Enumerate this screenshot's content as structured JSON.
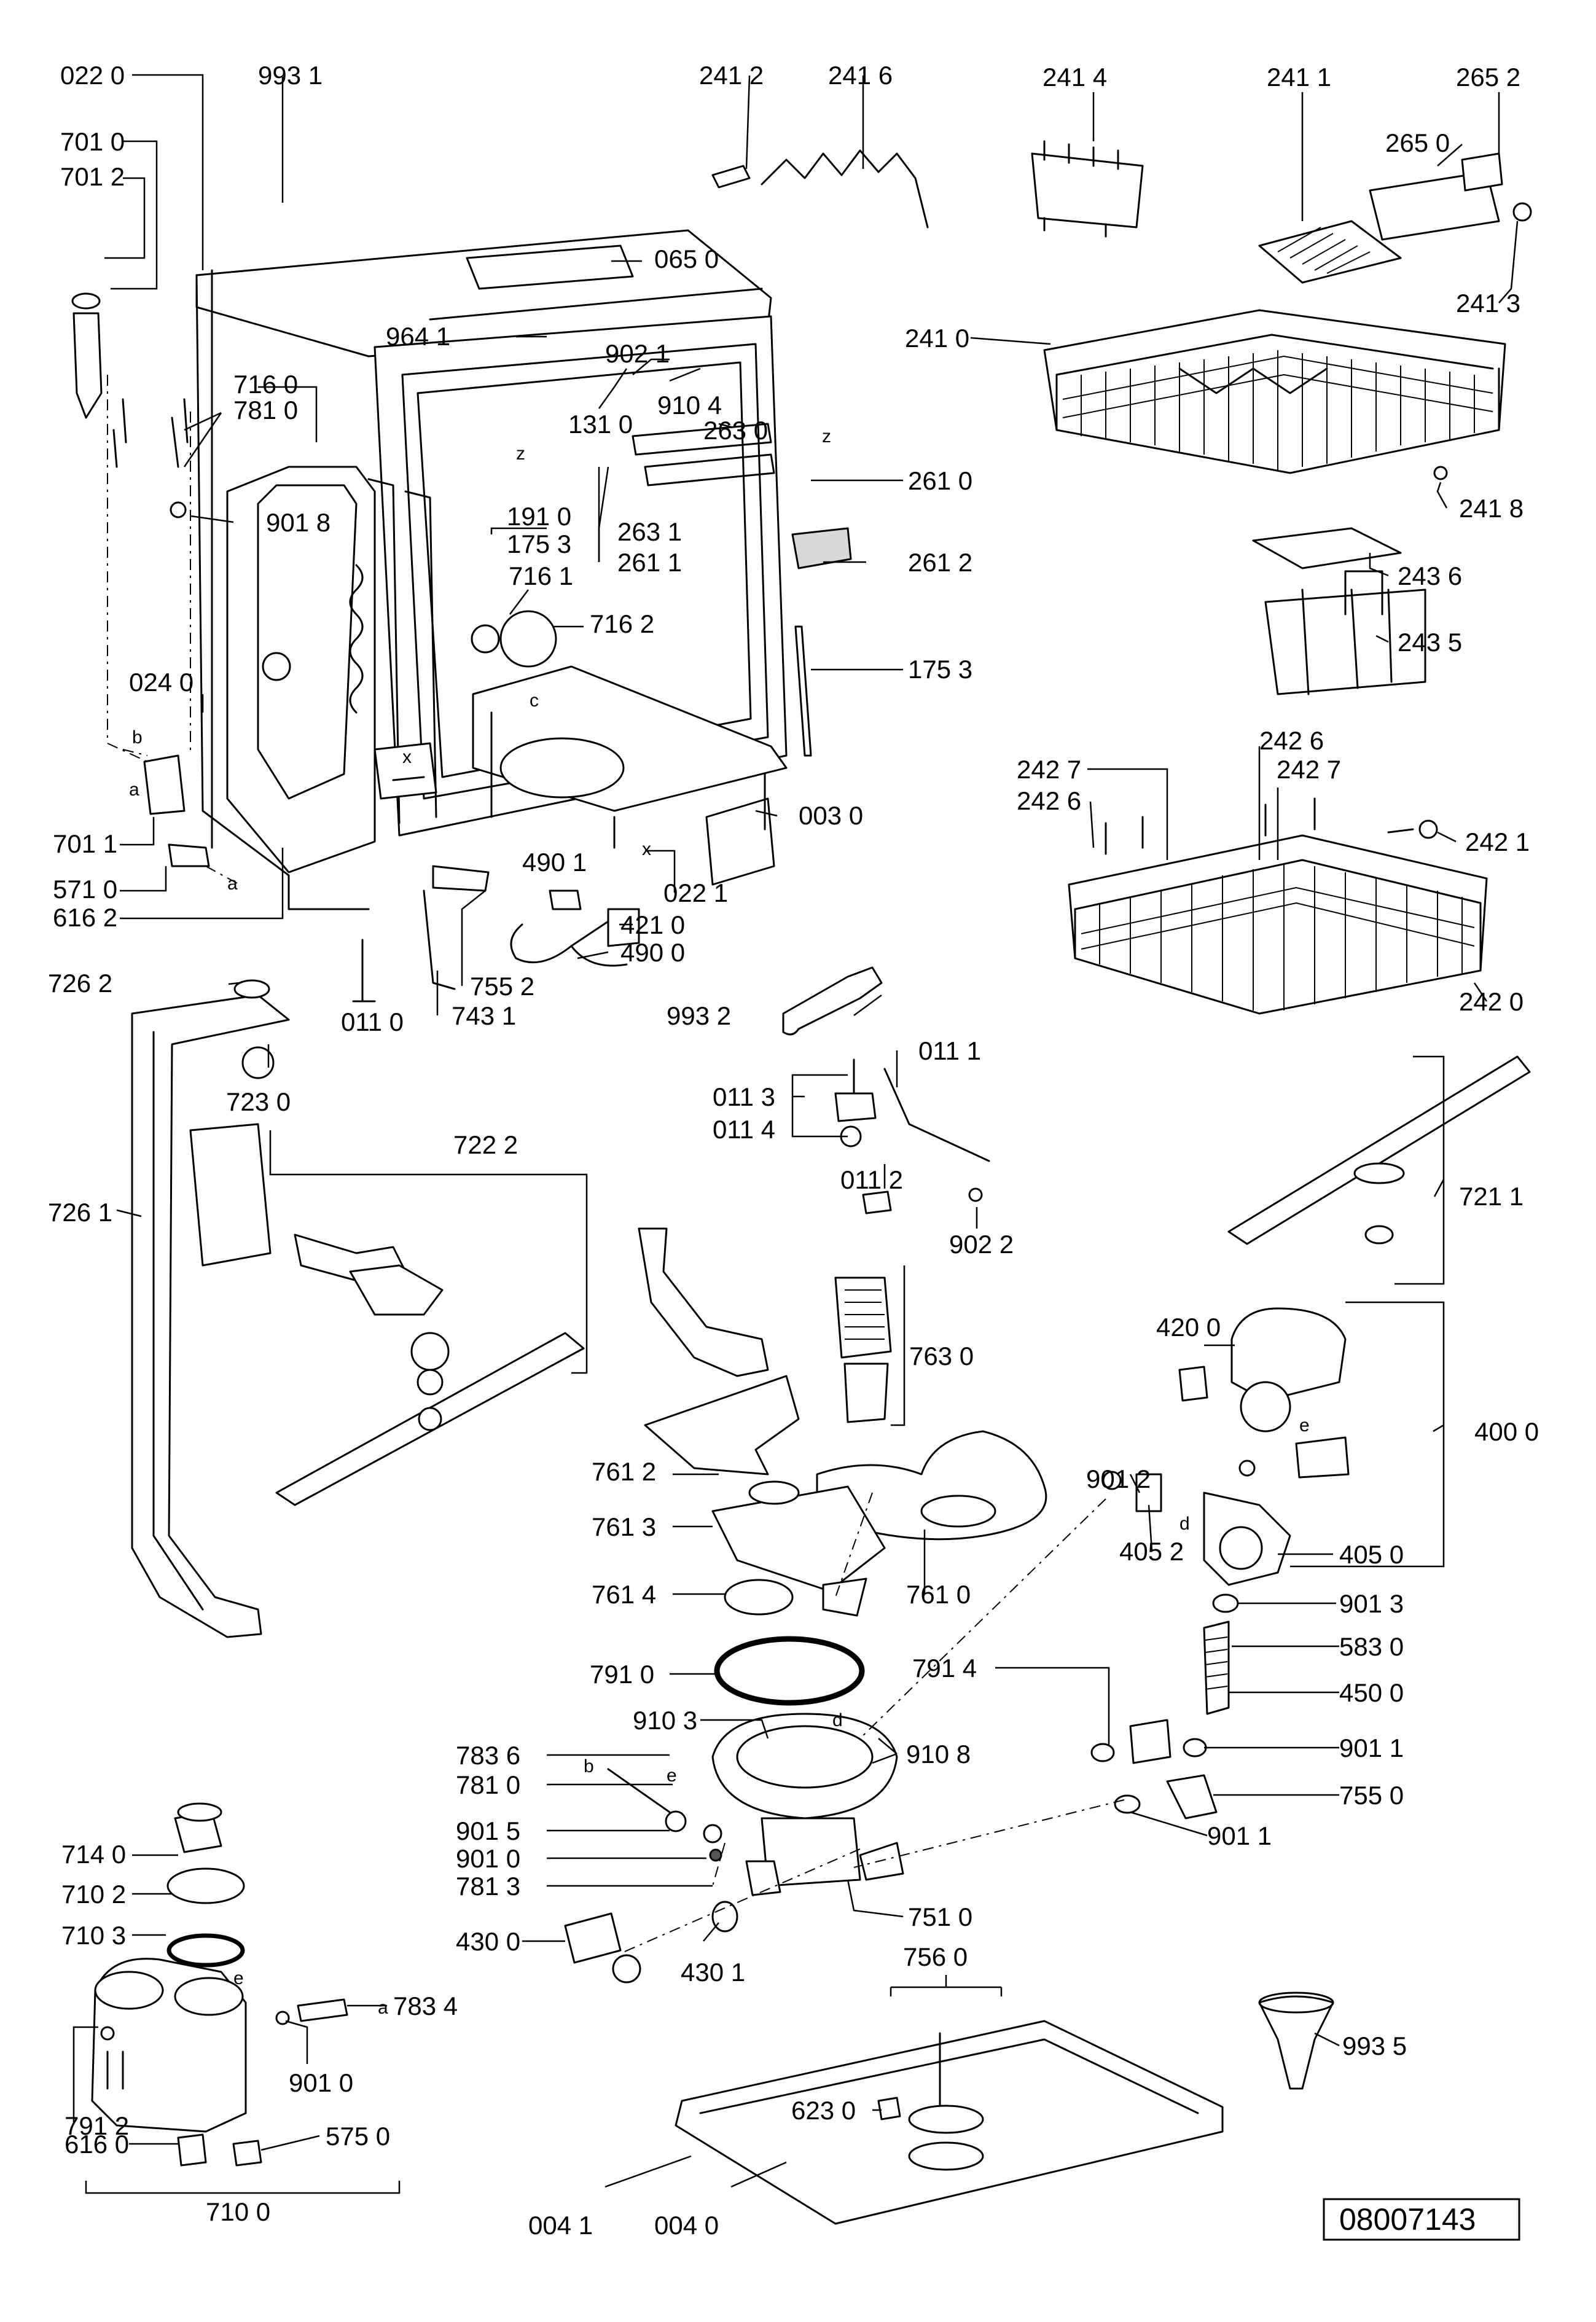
{
  "drawing_number": "08007143",
  "part_labels": [
    "022 0",
    "993 1",
    "701 0",
    "701 2",
    "716 0",
    "781 0",
    "901 8",
    "024 0",
    "701 1",
    "571 0",
    "616 2",
    "065 0",
    "964 1",
    "902 1",
    "910 4",
    "131 0",
    "263 0",
    "191 0",
    "175 3",
    "716 1",
    "716 2",
    "263 1",
    "261 1",
    "261 0",
    "261 2",
    "175 3",
    "003 0",
    "022 1",
    "490 1",
    "421 0",
    "490 0",
    "755 2",
    "743 1",
    "011 0",
    "993 2",
    "241 2",
    "241 6",
    "241 4",
    "241 1",
    "265 2",
    "265 0",
    "241 3",
    "241 0",
    "241 8",
    "243 6",
    "243 5",
    "242 6",
    "242 7",
    "242 7",
    "242 6",
    "242 1",
    "242 0",
    "726 2",
    "723 0",
    "722 2",
    "726 1",
    "011 1",
    "011 3",
    "011 4",
    "011 2",
    "902 2",
    "721 1",
    "763 0",
    "761 2",
    "761 3",
    "761 4",
    "761 0",
    "420 0",
    "901 2",
    "405 2",
    "405 0",
    "400 0",
    "791 0",
    "910 3",
    "901 3",
    "583 0",
    "450 0",
    "791 4",
    "901 1",
    "755 0",
    "901 1",
    "783 6",
    "781 0",
    "901 5",
    "901 0",
    "781 3",
    "910 8",
    "751 0",
    "430 0",
    "430 1",
    "714 0",
    "710 2",
    "710 3",
    "783 4",
    "901 0",
    "791 2",
    "616 0",
    "575 0",
    "710 0",
    "756 0",
    "623 0",
    "993 5",
    "004 1",
    "004 0"
  ],
  "connector_letters": [
    "z",
    "z",
    "x",
    "c",
    "b",
    "a",
    "a",
    "x",
    "d",
    "d",
    "e",
    "b",
    "e",
    "e",
    "a"
  ],
  "icons": [
    "dishwasher-tub-icon",
    "upper-basket-icon",
    "lower-basket-icon",
    "spray-arm-icon",
    "sump-filter-icon",
    "wash-pump-icon",
    "softener-icon",
    "base-plate-icon",
    "funnel-icon"
  ]
}
